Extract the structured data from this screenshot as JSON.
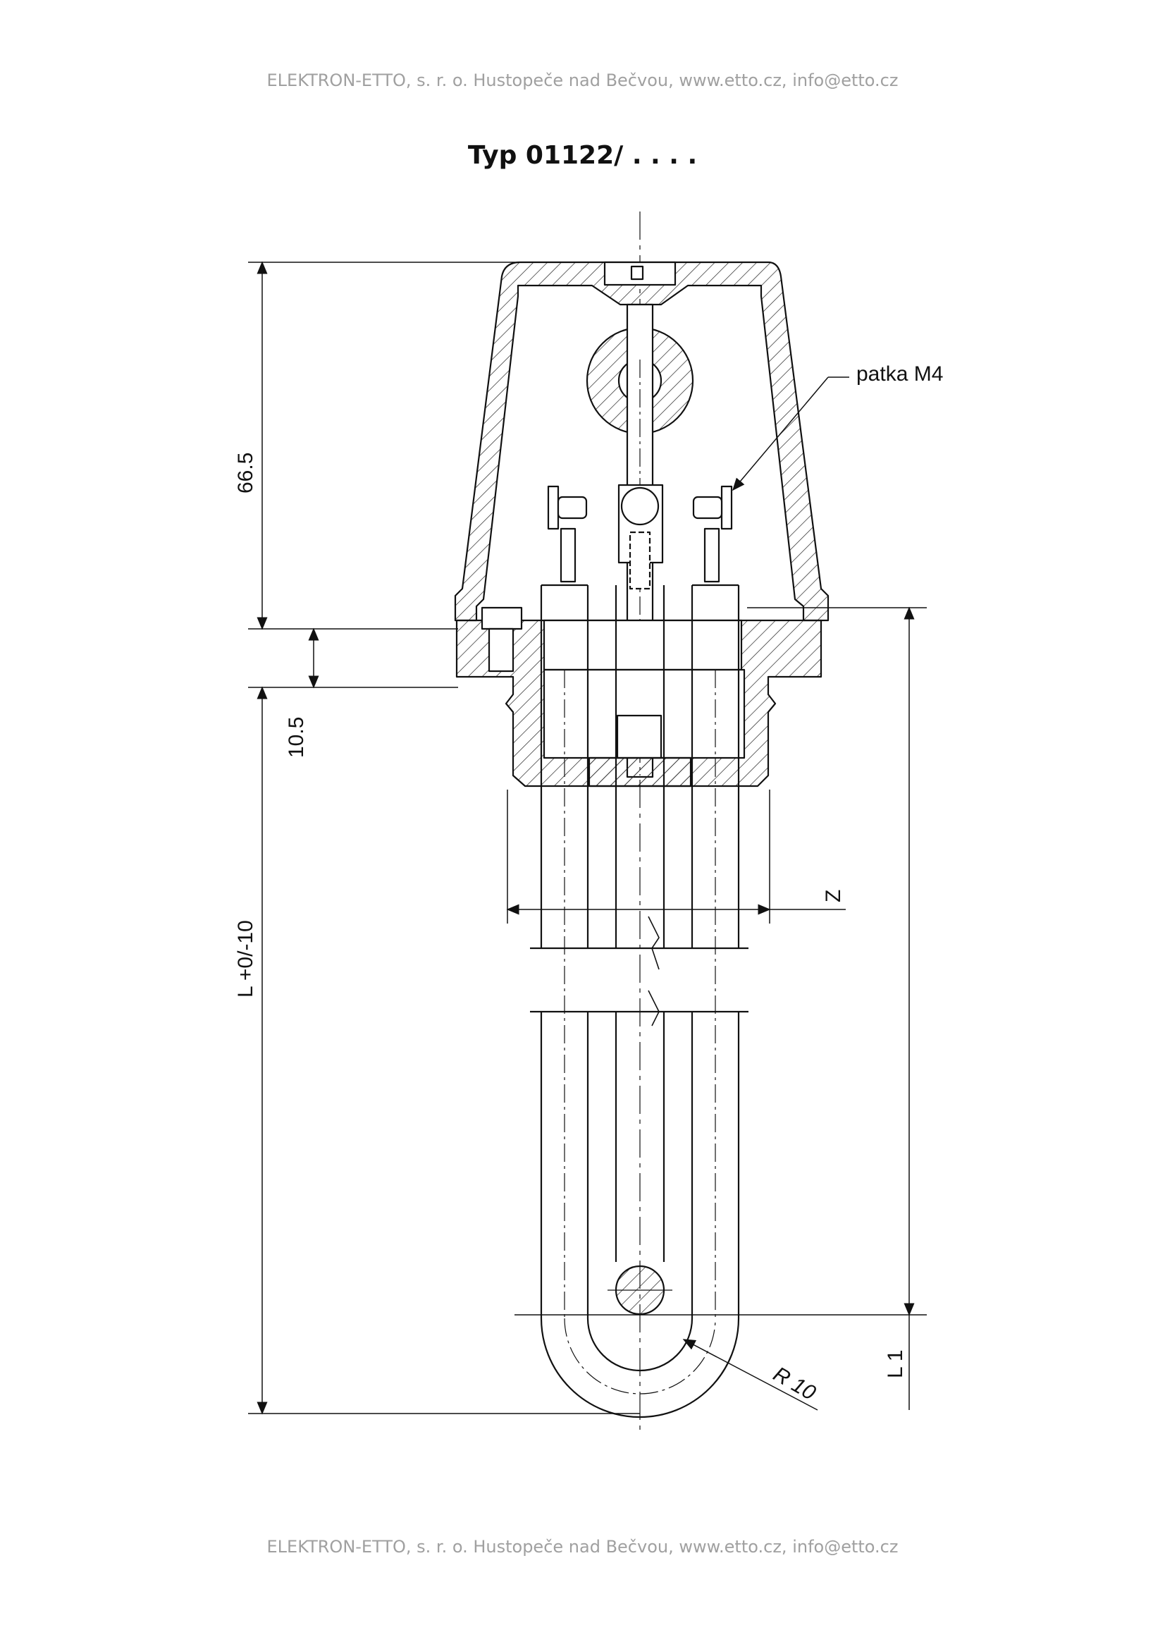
{
  "header": {
    "text": "ELEKTRON-ETTO, s. r. o. Hustopeče nad Bečvou, www.etto.cz, info@etto.cz"
  },
  "title": "Typ 01122/ . . . .",
  "labels": {
    "patka": "patka M4",
    "dim_66": "66.5",
    "dim_10": "10.5",
    "dim_L": "L +0/-10",
    "dim_Z": "Z",
    "dim_L1": "L 1",
    "radius": "R 10"
  },
  "footer": {
    "text": "ELEKTRON-ETTO, s. r. o. Hustopeče nad Bečvou, www.etto.cz, info@etto.cz"
  }
}
